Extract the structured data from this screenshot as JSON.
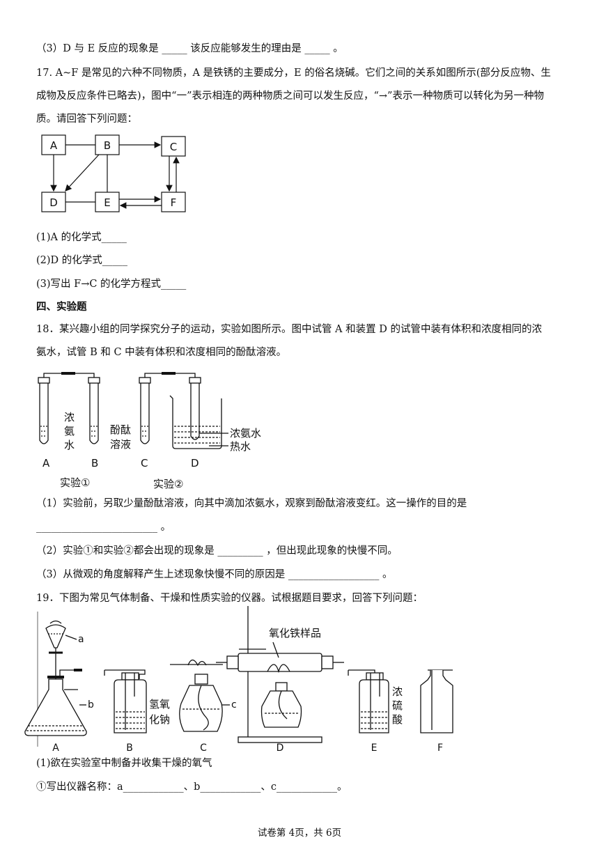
{
  "lines": {
    "l1": "（3）D 与 E 反应的现象是 _____ 该反应能够发生的理由是 _____ 。",
    "l2": "17. A~F 是常见的六种不同物质，A 是铁锈的主要成分，E 的俗名烧碱。它们之间的关系如图所示(部分反应物、生",
    "l3": "成物及反应条件已略去)，图中“一”表示相连的两种物质之间可以发生反应，“→”表示一种物质可以转化为另一种物",
    "l4": "质。请回答下列问题：",
    "q17_1": "(1)A 的化学式_____",
    "q17_2": "(2)D 的化学式_____",
    "q17_3": "(3)写出 F→C 的化学方程式_____",
    "section4": "四、实验题",
    "q18_a": "18．某兴趣小组的同学探究分子的运动，实验如图所示。图中试管 A 和装置 D 的试管中装有体积和浓度相同的浓",
    "q18_b": "氨水，试管 B 和 C 中装有体积和浓度相同的酚酞溶液。",
    "q18_1": "（1）实验前，另取少量酚酞溶液，向其中滴加浓氨水，观察到酚酞溶液变红。这一操作的目的是",
    "q18_1b": "________________________ 。",
    "q18_2": "（2）实验①和实验②都会出现的现象是 _________ ，但出现此现象的快慢不同。",
    "q18_3": "（3）从微观的角度解释产生上述现象快慢不同的原因是 __________________ 。",
    "q19": "19．下图为常见气体制备、干燥和性质实验的仪器。试根据题目要求，回答下列问题：",
    "q19_1": "(1)欲在实验室中制备并收集干燥的氧气",
    "q19_1a": "①写出仪器名称：a____________、b____________、c____________。"
  },
  "diagram17": {
    "nodes": [
      "A",
      "B",
      "C",
      "D",
      "E",
      "F"
    ]
  },
  "exp18": {
    "tubes": [
      "A",
      "B",
      "C",
      "D"
    ],
    "label_ammonia": [
      "浓",
      "氨",
      "水"
    ],
    "label_phenol": [
      "酚酞",
      "溶液"
    ],
    "label_beaker_top": "浓氨水",
    "label_beaker_bottom": "热水",
    "exp1": "实验①",
    "exp2": "实验②"
  },
  "app19": {
    "labels": [
      "A",
      "B",
      "C",
      "D",
      "E",
      "F"
    ],
    "pointer_a": "a",
    "pointer_b": "b",
    "pointer_c": "c",
    "naoh": [
      "氢氧",
      "化钠"
    ],
    "sample": "氧化铁样品",
    "acid": [
      "浓",
      "硫",
      "酸"
    ]
  },
  "footer": "试卷第 4页，共 6页"
}
